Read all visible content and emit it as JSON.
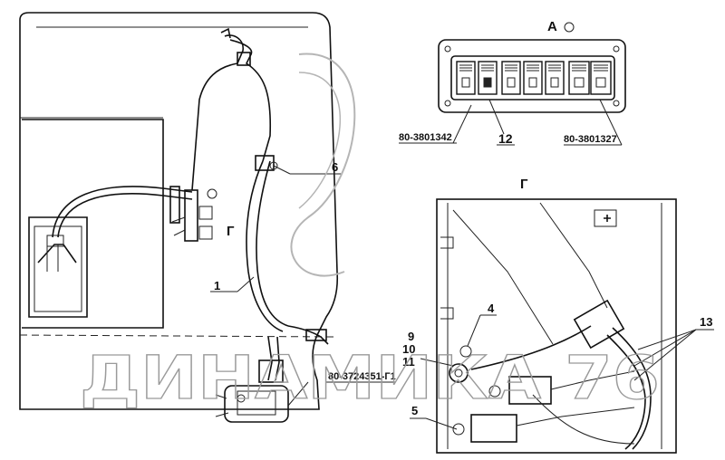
{
  "view_labels": {
    "view_a": "А",
    "view_g_main": "Г",
    "view_g_detail": "Г"
  },
  "part_numbers": {
    "switch_left": "80-3801342",
    "switch_right": "80-3801327",
    "connector": "80-3724351-Г1"
  },
  "callouts": {
    "c1": "1",
    "c4": "4",
    "c5": "5",
    "c6": "6",
    "c9": "9",
    "c10": "10",
    "c11": "11",
    "c12": "12",
    "c13": "13"
  },
  "watermark": "ДИНАМИКА 76",
  "colors": {
    "ink": "#111111",
    "watermark": "#9a9a9a"
  }
}
